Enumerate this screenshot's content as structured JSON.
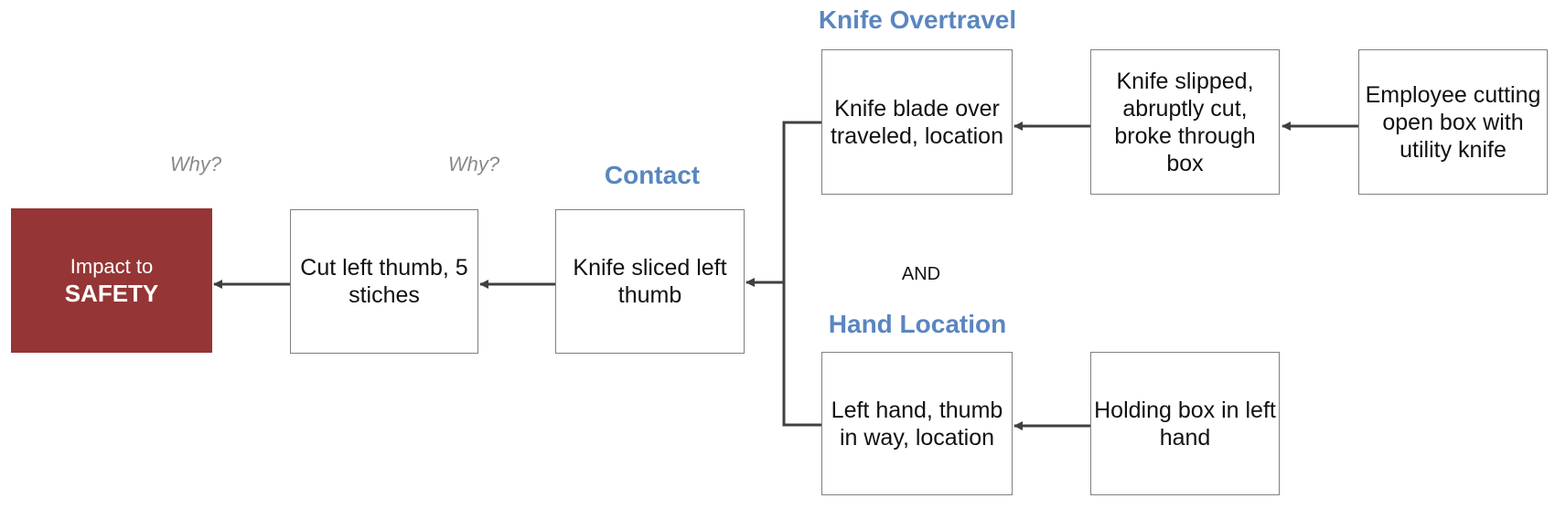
{
  "impact": {
    "line1": "Impact to",
    "line2": "SAFETY"
  },
  "why_labels": [
    "Why?",
    "Why?"
  ],
  "headings": {
    "contact": "Contact",
    "knife_overtravel": "Knife Overtravel",
    "hand_location": "Hand Location"
  },
  "and_label": "AND",
  "boxes": {
    "cut_thumb": "Cut left thumb, 5 stiches",
    "knife_sliced": "Knife sliced left thumb",
    "blade_overtraveled": "Knife blade over traveled, location",
    "knife_slipped": "Knife slipped, abruptly cut, broke through box",
    "employee_cutting": "Employee cutting open box with utility knife",
    "hand_in_way": "Left hand, thumb in way, location",
    "holding_box": "Holding box in left hand"
  },
  "colors": {
    "impact_fill": "#953535",
    "heading_blue": "#5a86bf",
    "why_gray": "#8a8a8a",
    "connector": "#404040",
    "box_border": "#7f7f7f"
  }
}
